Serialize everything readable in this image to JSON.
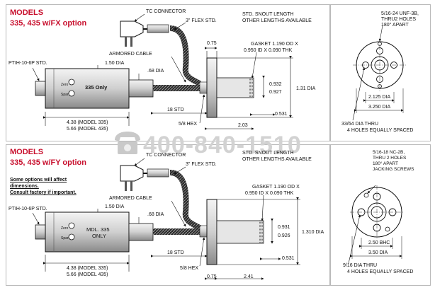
{
  "watermark": {
    "phone": "400-840-1510",
    "icon": "telephone-icon"
  },
  "top": {
    "title1": "MODELS",
    "title2": "335, 435 w/FX option",
    "tc_connector": "TC CONNECTOR",
    "flex": "3\" FLEX STD.",
    "snout1": "STD. SNOUT LENGTH",
    "snout2": "OTHER LENGTHS AVAILABLE",
    "ptih": "PTIH-10-6P STD.",
    "armored": "ARMORED CABLE",
    "dia150": "1.50 DIA",
    "dia68": ".68 DIA",
    "only": "335 Only",
    "zero": "Zero",
    "span": "Span",
    "d075": "0.75",
    "gasket1": "GASKET 1.190 OD X",
    "gasket2": "0.950 ID X  0.090 THK",
    "d0932": "0.932",
    "d0927": "0.927",
    "dia131": "1.31 DIA",
    "d18": "18 STD",
    "d0531": "0.531",
    "hex": "5/8 HEX",
    "d203": "2.03",
    "len335": "4.38 (MODEL 335)",
    "len435": "5.66 (MODEL 435)",
    "flange_holes1": "5/16-24 UNF-3B,",
    "flange_holes2": "THRU2 HOLES",
    "flange_holes3": "180° APART",
    "d2125": "2.125 DIA",
    "d3250": "3.250 DIA",
    "thru1": "33/64 DIA THRU",
    "thru2": "4 HOLES EQUALLY SPACED"
  },
  "bottom": {
    "title1": "MODELS",
    "title2": "335, 435 w/FY option",
    "note1": "Some options will affect",
    "note2": "dimensions.",
    "note3": "Consult factory if important.",
    "tc_connector": "TC CONNECTOR",
    "flex": "3\" FLEX STD.",
    "snout1": "STD. SNOUT LENGTH",
    "snout2": "OTHER LENGTHS AVAILABLE",
    "ptih": "PTIH-10-6P STD.",
    "armored": "ARMORED CABLE",
    "dia150": "1.50 DIA",
    "dia68": ".68 DIA",
    "mdl1": "MDL. 335",
    "mdl2": "ONLY",
    "zero": "Zero",
    "span": "Span",
    "gasket1": "GASKET 1.190 OD X",
    "gasket2": "0.950 ID X  0.090 THK",
    "d0931": "0.931",
    "d0926": "0.926",
    "dia1310": "1.310 DIA",
    "d18": "18 STD",
    "d0531": "0.531",
    "hex": "5/8 HEX",
    "d075": "0.75",
    "d241": "2.41",
    "len335": "4.38 (MODEL 335)",
    "len435": "5.66 (MODEL 435)",
    "flange_holes1": "5/16-18 NC-2B,",
    "flange_holes2": "THRU 2 HOLES",
    "flange_holes3": "180° APART",
    "flange_holes4": "JACKING SCREWS",
    "d250": "2.50 BHC",
    "d350": "3.50 DIA",
    "thru1": "9/16 DIA THRU",
    "thru2": "4 HOLES EQUALLY SPACED"
  }
}
